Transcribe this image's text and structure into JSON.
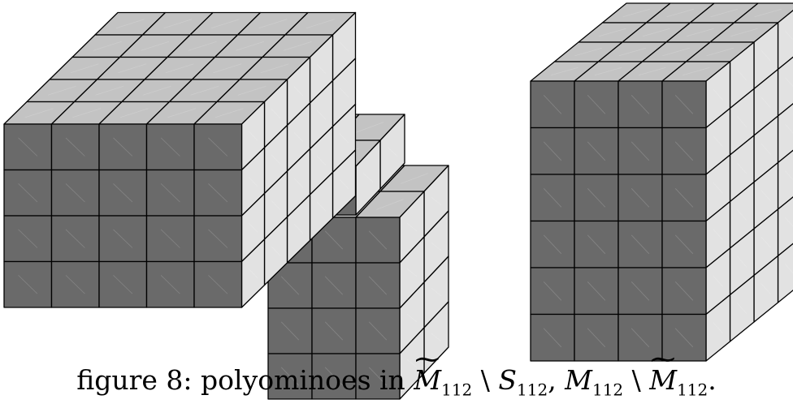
{
  "figure": {
    "caption": {
      "prefix": "figure 8:  polyominoes in ",
      "sym1": "M",
      "sub1": "112",
      "setminus1": " \\ ",
      "sym2": "S",
      "sub2": "112",
      "comma": ", ",
      "sym3": "M",
      "sub3": "112",
      "setminus2": " \\ ",
      "sym4": "M",
      "sub4": "112",
      "suffix": "."
    },
    "polyominoes": [
      {
        "name": "left",
        "main_block": {
          "columns": 5,
          "rows": 4,
          "depth": 5
        },
        "back_block": {
          "columns": 3,
          "rows": 4,
          "depth": 2
        },
        "colors": {
          "front": "#6a6a6a",
          "top": "#c3c3c3",
          "side": "#e2e2e2",
          "edge": "#000000"
        }
      },
      {
        "name": "right",
        "block": {
          "columns": 4,
          "rows": 6,
          "depth": 4
        },
        "colors": {
          "front": "#6a6a6a",
          "top": "#c3c3c3",
          "side": "#e2e2e2",
          "edge": "#000000"
        }
      }
    ]
  }
}
